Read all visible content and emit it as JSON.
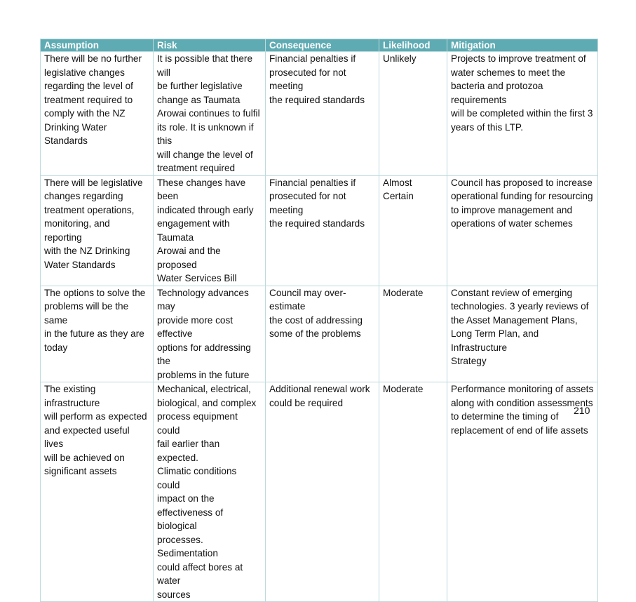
{
  "table": {
    "headers": [
      "Assumption",
      "Risk",
      "Consequence",
      "Likelihood",
      "Mitigation"
    ],
    "rows": [
      [
        "There will be no further\nlegislative changes\nregarding the level of\ntreatment required to\ncomply with the NZ\nDrinking Water Standards",
        "It is possible that there will\nbe further legislative\nchange as Taumata\nArowai continues to fulfil\nits role. It is unknown if this\nwill change the level of\ntreatment required",
        "Financial penalties if\nprosecuted for not meeting\nthe required standards",
        "Unlikely",
        "Projects to improve treatment of\nwater schemes to meet the\nbacteria and protozoa requirements\nwill be completed within the first 3\nyears of this LTP."
      ],
      [
        "There will be legislative\nchanges regarding\ntreatment operations,\nmonitoring, and reporting\nwith the NZ Drinking\nWater Standards",
        "These changes have been\nindicated through early\nengagement with Taumata\nArowai and the proposed\nWater Services Bill",
        "Financial penalties if\nprosecuted for not meeting\nthe required standards",
        "Almost Certain",
        "Council has proposed to increase\noperational funding for resourcing\nto improve management and\noperations of water schemes"
      ],
      [
        "The options to solve the\nproblems will be the same\nin the future as they are\ntoday",
        "Technology advances may\nprovide more cost effective\noptions for addressing the\nproblems in the future",
        "Council may over-estimate\nthe cost of addressing\nsome of the problems",
        "Moderate",
        "Constant review of emerging\ntechnologies. 3 yearly reviews of\nthe Asset Management Plans,\nLong Term Plan, and Infrastructure\nStrategy"
      ],
      [
        "The existing infrastructure\nwill perform as expected\nand expected useful lives\nwill be achieved on\nsignificant assets",
        "Mechanical, electrical,\nbiological, and complex\nprocess equipment could\nfail earlier than expected.\nClimatic conditions could\nimpact on the\neffectiveness of biological\nprocesses. Sedimentation\ncould affect bores at water\nsources",
        "Additional renewal work\ncould be required",
        "Moderate",
        "Performance monitoring of assets\nalong with condition assessments\nto determine the timing of\nreplacement of end of life assets"
      ]
    ]
  },
  "page_number": "210",
  "colors": {
    "header_bg": "#5fabb3",
    "border": "#bcdadd"
  }
}
